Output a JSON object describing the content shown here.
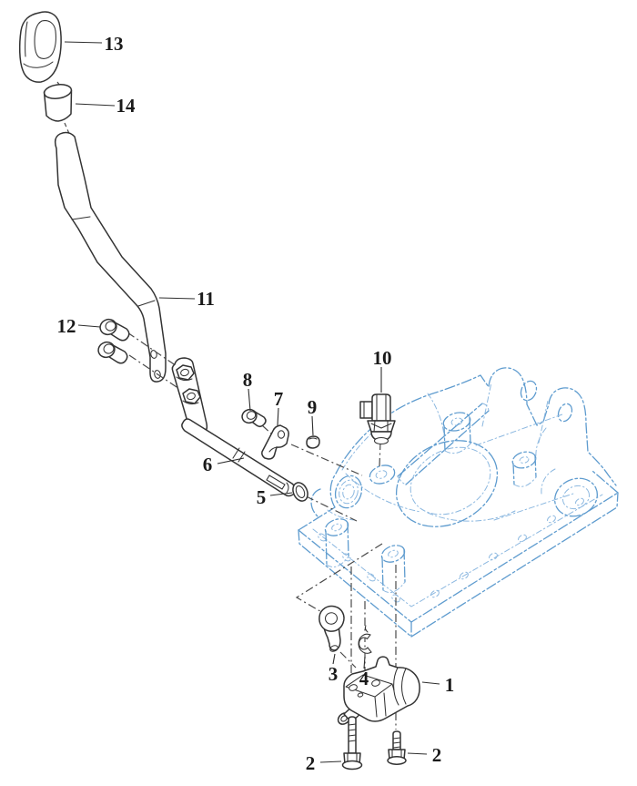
{
  "diagram": {
    "kind": "exploded-parts-diagram",
    "colors": {
      "background": "#ffffff",
      "part_line": "#333333",
      "housing_reference_line": "#5f9ccf",
      "label_text": "#1a1a1a"
    },
    "callouts": [
      {
        "label": "13"
      },
      {
        "label": "14"
      },
      {
        "label": "11"
      },
      {
        "label": "12"
      },
      {
        "label": "8"
      },
      {
        "label": "7"
      },
      {
        "label": "9"
      },
      {
        "label": "10"
      },
      {
        "label": "6"
      },
      {
        "label": "5"
      },
      {
        "label": "3"
      },
      {
        "label": "4"
      },
      {
        "label": "1"
      },
      {
        "label": "2"
      },
      {
        "label": "2"
      }
    ]
  }
}
